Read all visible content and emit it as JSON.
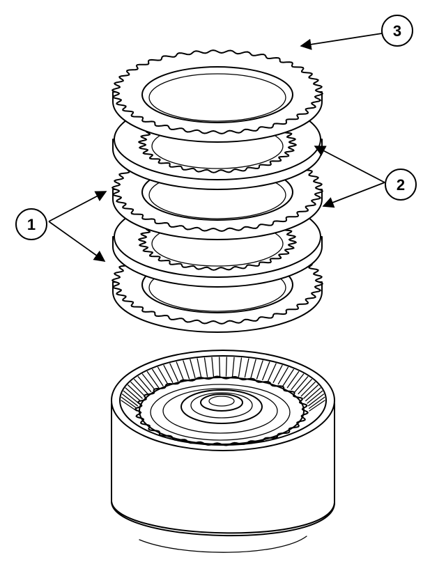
{
  "callouts": [
    {
      "id": "1",
      "label": "1"
    },
    {
      "id": "2",
      "label": "2"
    },
    {
      "id": "3",
      "label": "3"
    }
  ],
  "colors": {
    "line": "#000000",
    "background": "#ffffff"
  },
  "icons": [
    "clutch-plate-icon",
    "clutch-drum-icon"
  ]
}
